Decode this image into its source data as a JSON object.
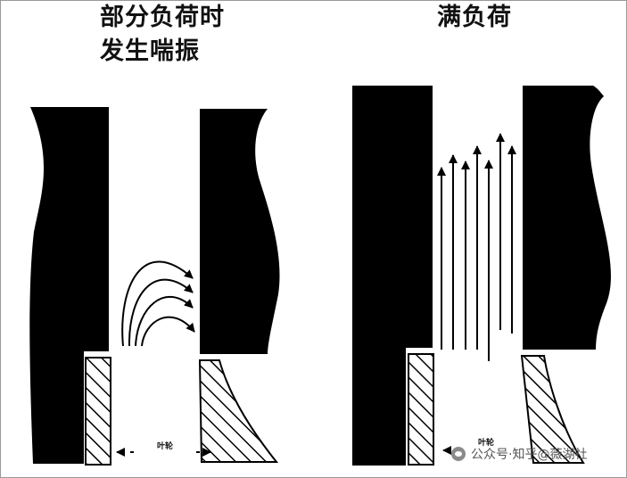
{
  "left_panel": {
    "title_line1": "部分负荷时",
    "title_line2": "发生喘振",
    "impeller_label": "叶轮"
  },
  "right_panel": {
    "title": "满负荷",
    "impeller_label": "叶轮"
  },
  "watermark": {
    "text": "公众号·知乎@薇湖社",
    "icon": "wechat-icon"
  },
  "colors": {
    "ink": "#000000",
    "background": "#ffffff",
    "frame": "#9a9a9a"
  }
}
